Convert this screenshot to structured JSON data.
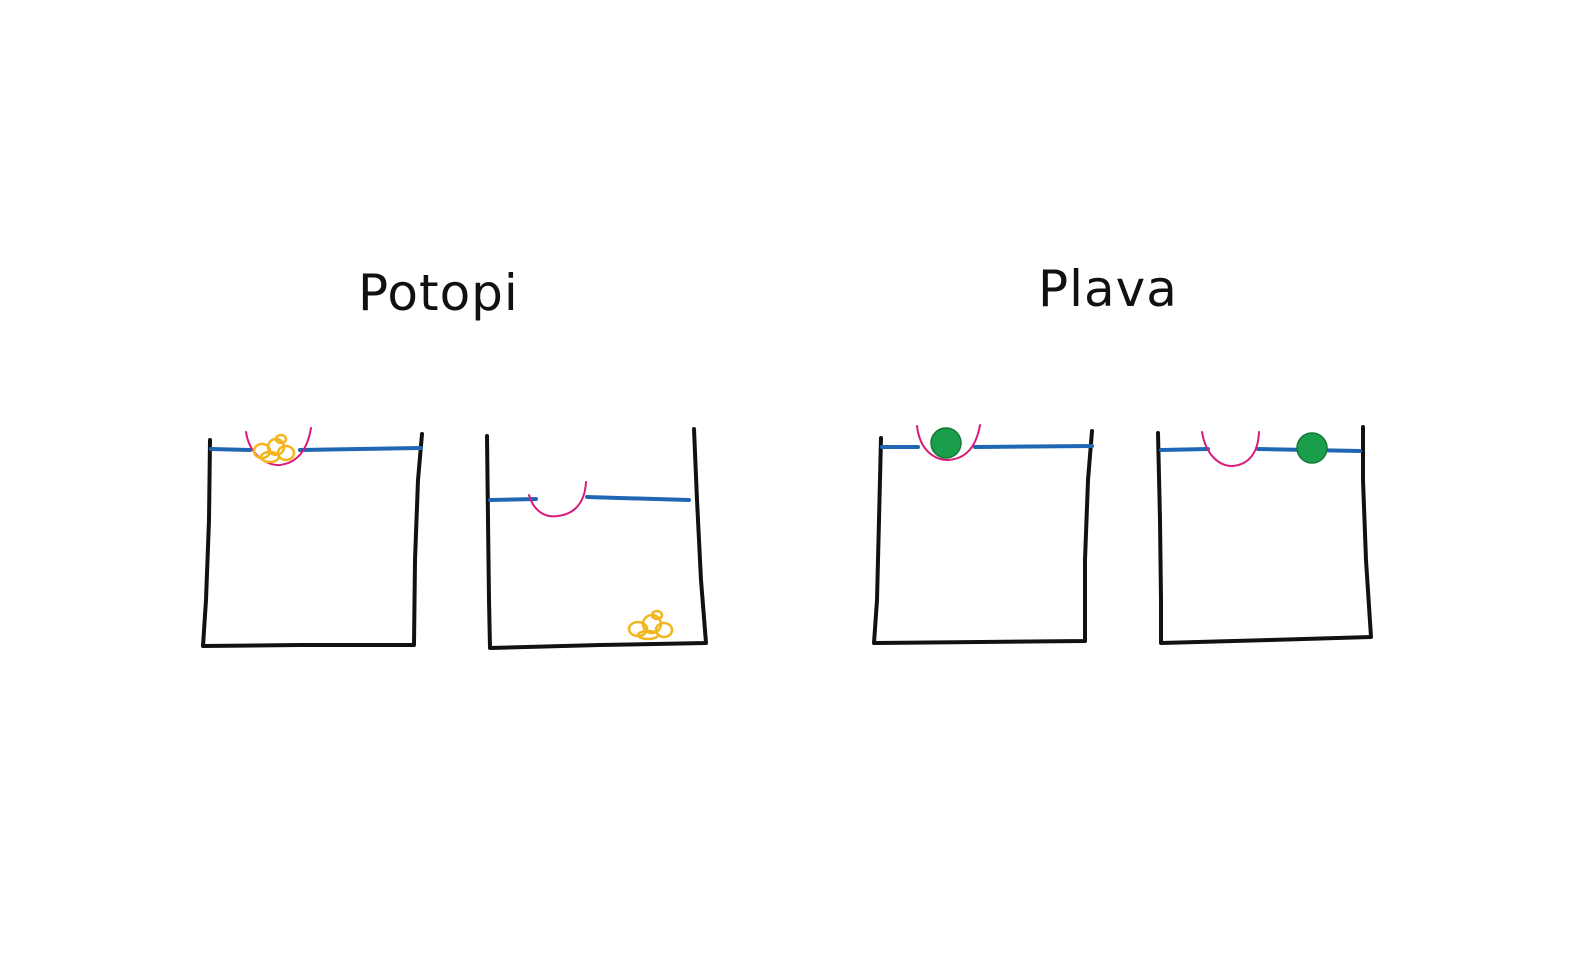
{
  "titles": {
    "left": "Potopi",
    "right": "Plava"
  },
  "colors": {
    "outline": "#111111",
    "water": "#1f66b5",
    "boat": "#d81b7a",
    "clay": "#f2b51c",
    "ball": "#1a9e4b"
  },
  "groups": [
    {
      "title_key": "left",
      "panels": [
        {
          "object": "clay-lump",
          "object_state": "in-boat",
          "boat_state": "floating"
        },
        {
          "object": "clay-lump",
          "object_state": "sunk",
          "boat_state": "floating"
        }
      ]
    },
    {
      "title_key": "right",
      "panels": [
        {
          "object": "ball",
          "object_state": "in-boat",
          "boat_state": "floating"
        },
        {
          "object": "ball",
          "object_state": "floating",
          "boat_state": "floating"
        }
      ]
    }
  ]
}
